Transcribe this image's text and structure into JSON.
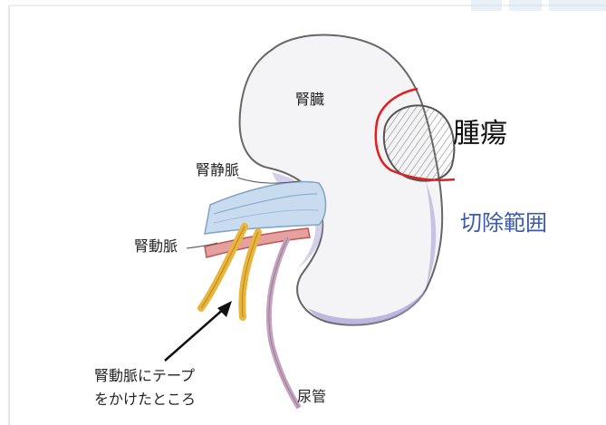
{
  "labels": {
    "kidney": "腎臓",
    "renal_vein": "腎静脈",
    "renal_artery": "腎動脈",
    "ureter": "尿管",
    "tumor": "腫瘍",
    "resection_range": "切除範囲",
    "tape_note_line1": "腎動脈にテープ",
    "tape_note_line2": "をかけたところ"
  },
  "colors": {
    "resection_line": "#e02020",
    "resection_text": "#3b5aa8",
    "kidney_outline": "#777777",
    "kidney_shade": "#8a7fc0",
    "vein": "#8fb4d8",
    "artery": "#d46a6a",
    "tape": "#e9b53c",
    "ureter": "#c8a0c0"
  }
}
